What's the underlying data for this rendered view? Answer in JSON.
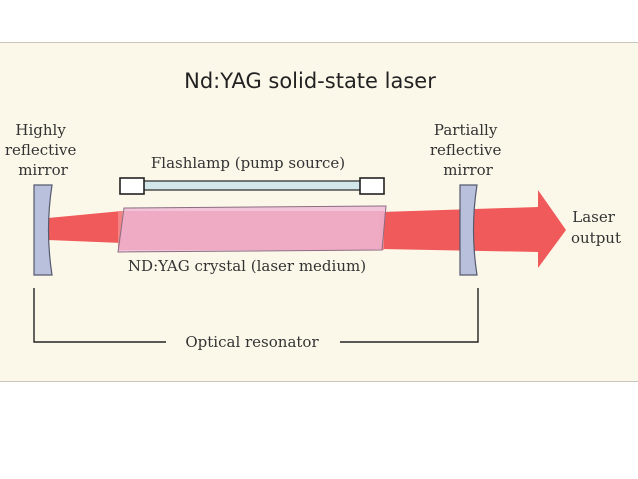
{
  "diagram": {
    "title": "Nd:YAG solid-state laser",
    "left_mirror_label": [
      "Highly",
      "reflective",
      "mirror"
    ],
    "right_mirror_label": [
      "Partially",
      "reflective",
      "mirror"
    ],
    "flashlamp_label": "Flashlamp (pump source)",
    "crystal_label": "ND:YAG crystal (laser medium)",
    "output_label": [
      "Laser",
      "output"
    ],
    "resonator_label": "Optical resonator"
  },
  "colors": {
    "panel_background": "#fbf8ea",
    "mirror_fill": "#b8c0dc",
    "beam_fill": "#f05a5a",
    "crystal_fill": "#eeb3d4",
    "flashlamp_fill": "#d3e6ea"
  }
}
